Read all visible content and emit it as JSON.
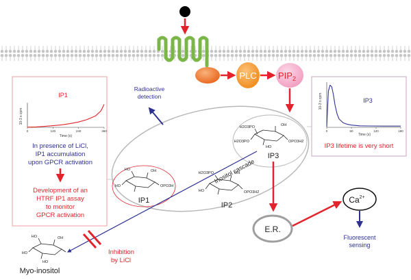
{
  "colors": {
    "red": "#e3232b",
    "navy": "#2e3192",
    "grey": "#9e9e9e",
    "membrane": "#b3b3b3",
    "receptor": "#7ab648",
    "gprotein": "#f07c22",
    "plc": "#f7941d",
    "pip2": "#f6a8c6",
    "ip3_box": "#c9a4bd",
    "ip1_curve": "#e3232b",
    "ip3_curve": "#2e3192"
  },
  "labels": {
    "plc": "PLC",
    "pip2_main": "PIP",
    "pip2_sub": "2",
    "radioactive_1": "Radioactive",
    "radioactive_2": "detection",
    "inositol_cascade": "Inositol cascade",
    "ip3": "IP3",
    "ip2": "IP2",
    "ip1": "IP1",
    "er": "E.R.",
    "ca_main": "Ca",
    "ca_sup": "2+",
    "fluorescent_1": "Fluorescent",
    "fluorescent_2": "sensing",
    "inhibition_1": "Inhibition",
    "inhibition_2": "by LiCl",
    "myo_inositol": "Myo-inositol"
  },
  "ip1_panel": {
    "title": "IP1",
    "ylabel": "10-3 x cpm",
    "xlabel": "Time (s)",
    "text_blue": [
      "In presence of LiCl,",
      "IP1 accumulation",
      "upon GPCR activation"
    ],
    "text_red": [
      "Development of an",
      "HTRF IP1 assay",
      "to monitor",
      "GPCR activation"
    ]
  },
  "ip3_panel": {
    "title": "IP3",
    "ylabel": "10-3 x cpm",
    "xlabel": "Time (s)",
    "caption": "IP3 lifetime is very short"
  },
  "chem": {
    "h2o3p_o": "H2O3PO",
    "oh": "OH",
    "ho": "HO",
    "opo3h2": "OPO3H2",
    "opo3h": "OPO3H"
  },
  "chart_data": [
    {
      "type": "line",
      "title": "IP1",
      "xlabel": "Time (s)",
      "ylabel": "10-3 x cpm",
      "x_ticks": [
        0,
        120,
        240,
        360
      ],
      "xlim": [
        0,
        360
      ],
      "ylim": [
        0,
        30
      ],
      "x": [
        0,
        40,
        80,
        120,
        160,
        200,
        240,
        280,
        320,
        345,
        360
      ],
      "y": [
        0.2,
        0.5,
        1.2,
        2.0,
        3.0,
        4.5,
        6.5,
        9.5,
        14,
        20,
        28
      ]
    },
    {
      "type": "line",
      "title": "IP3",
      "xlabel": "Time (s)",
      "ylabel": "10-3 x cpm",
      "x_ticks": [
        0,
        60,
        120,
        180
      ],
      "xlim": [
        0,
        180
      ],
      "ylim": [
        0,
        30
      ],
      "x": [
        0,
        4,
        8,
        12,
        16,
        20,
        25,
        30,
        40,
        50,
        60,
        80,
        100,
        140,
        180
      ],
      "y": [
        0.5,
        24,
        28,
        27,
        22,
        15,
        9,
        5.5,
        3,
        2,
        1.5,
        1.0,
        0.9,
        0.8,
        0.8
      ]
    }
  ]
}
